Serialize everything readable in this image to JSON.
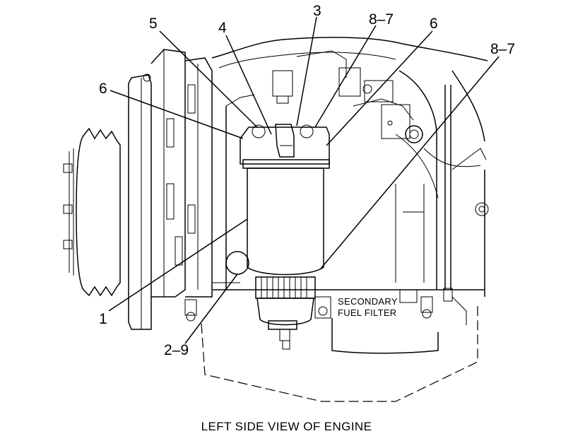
{
  "callouts": {
    "c3": "3",
    "c4": "4",
    "c5": "5",
    "c6_left": "6",
    "c6_right": "6",
    "c8_7_top": "8–7",
    "c8_7_right": "8–7",
    "c1": "1",
    "c2_9": "2–9"
  },
  "labels": {
    "secondary": "SECONDARY",
    "fuel_filter": "FUEL FILTER"
  },
  "caption": "LEFT SIDE VIEW OF ENGINE"
}
